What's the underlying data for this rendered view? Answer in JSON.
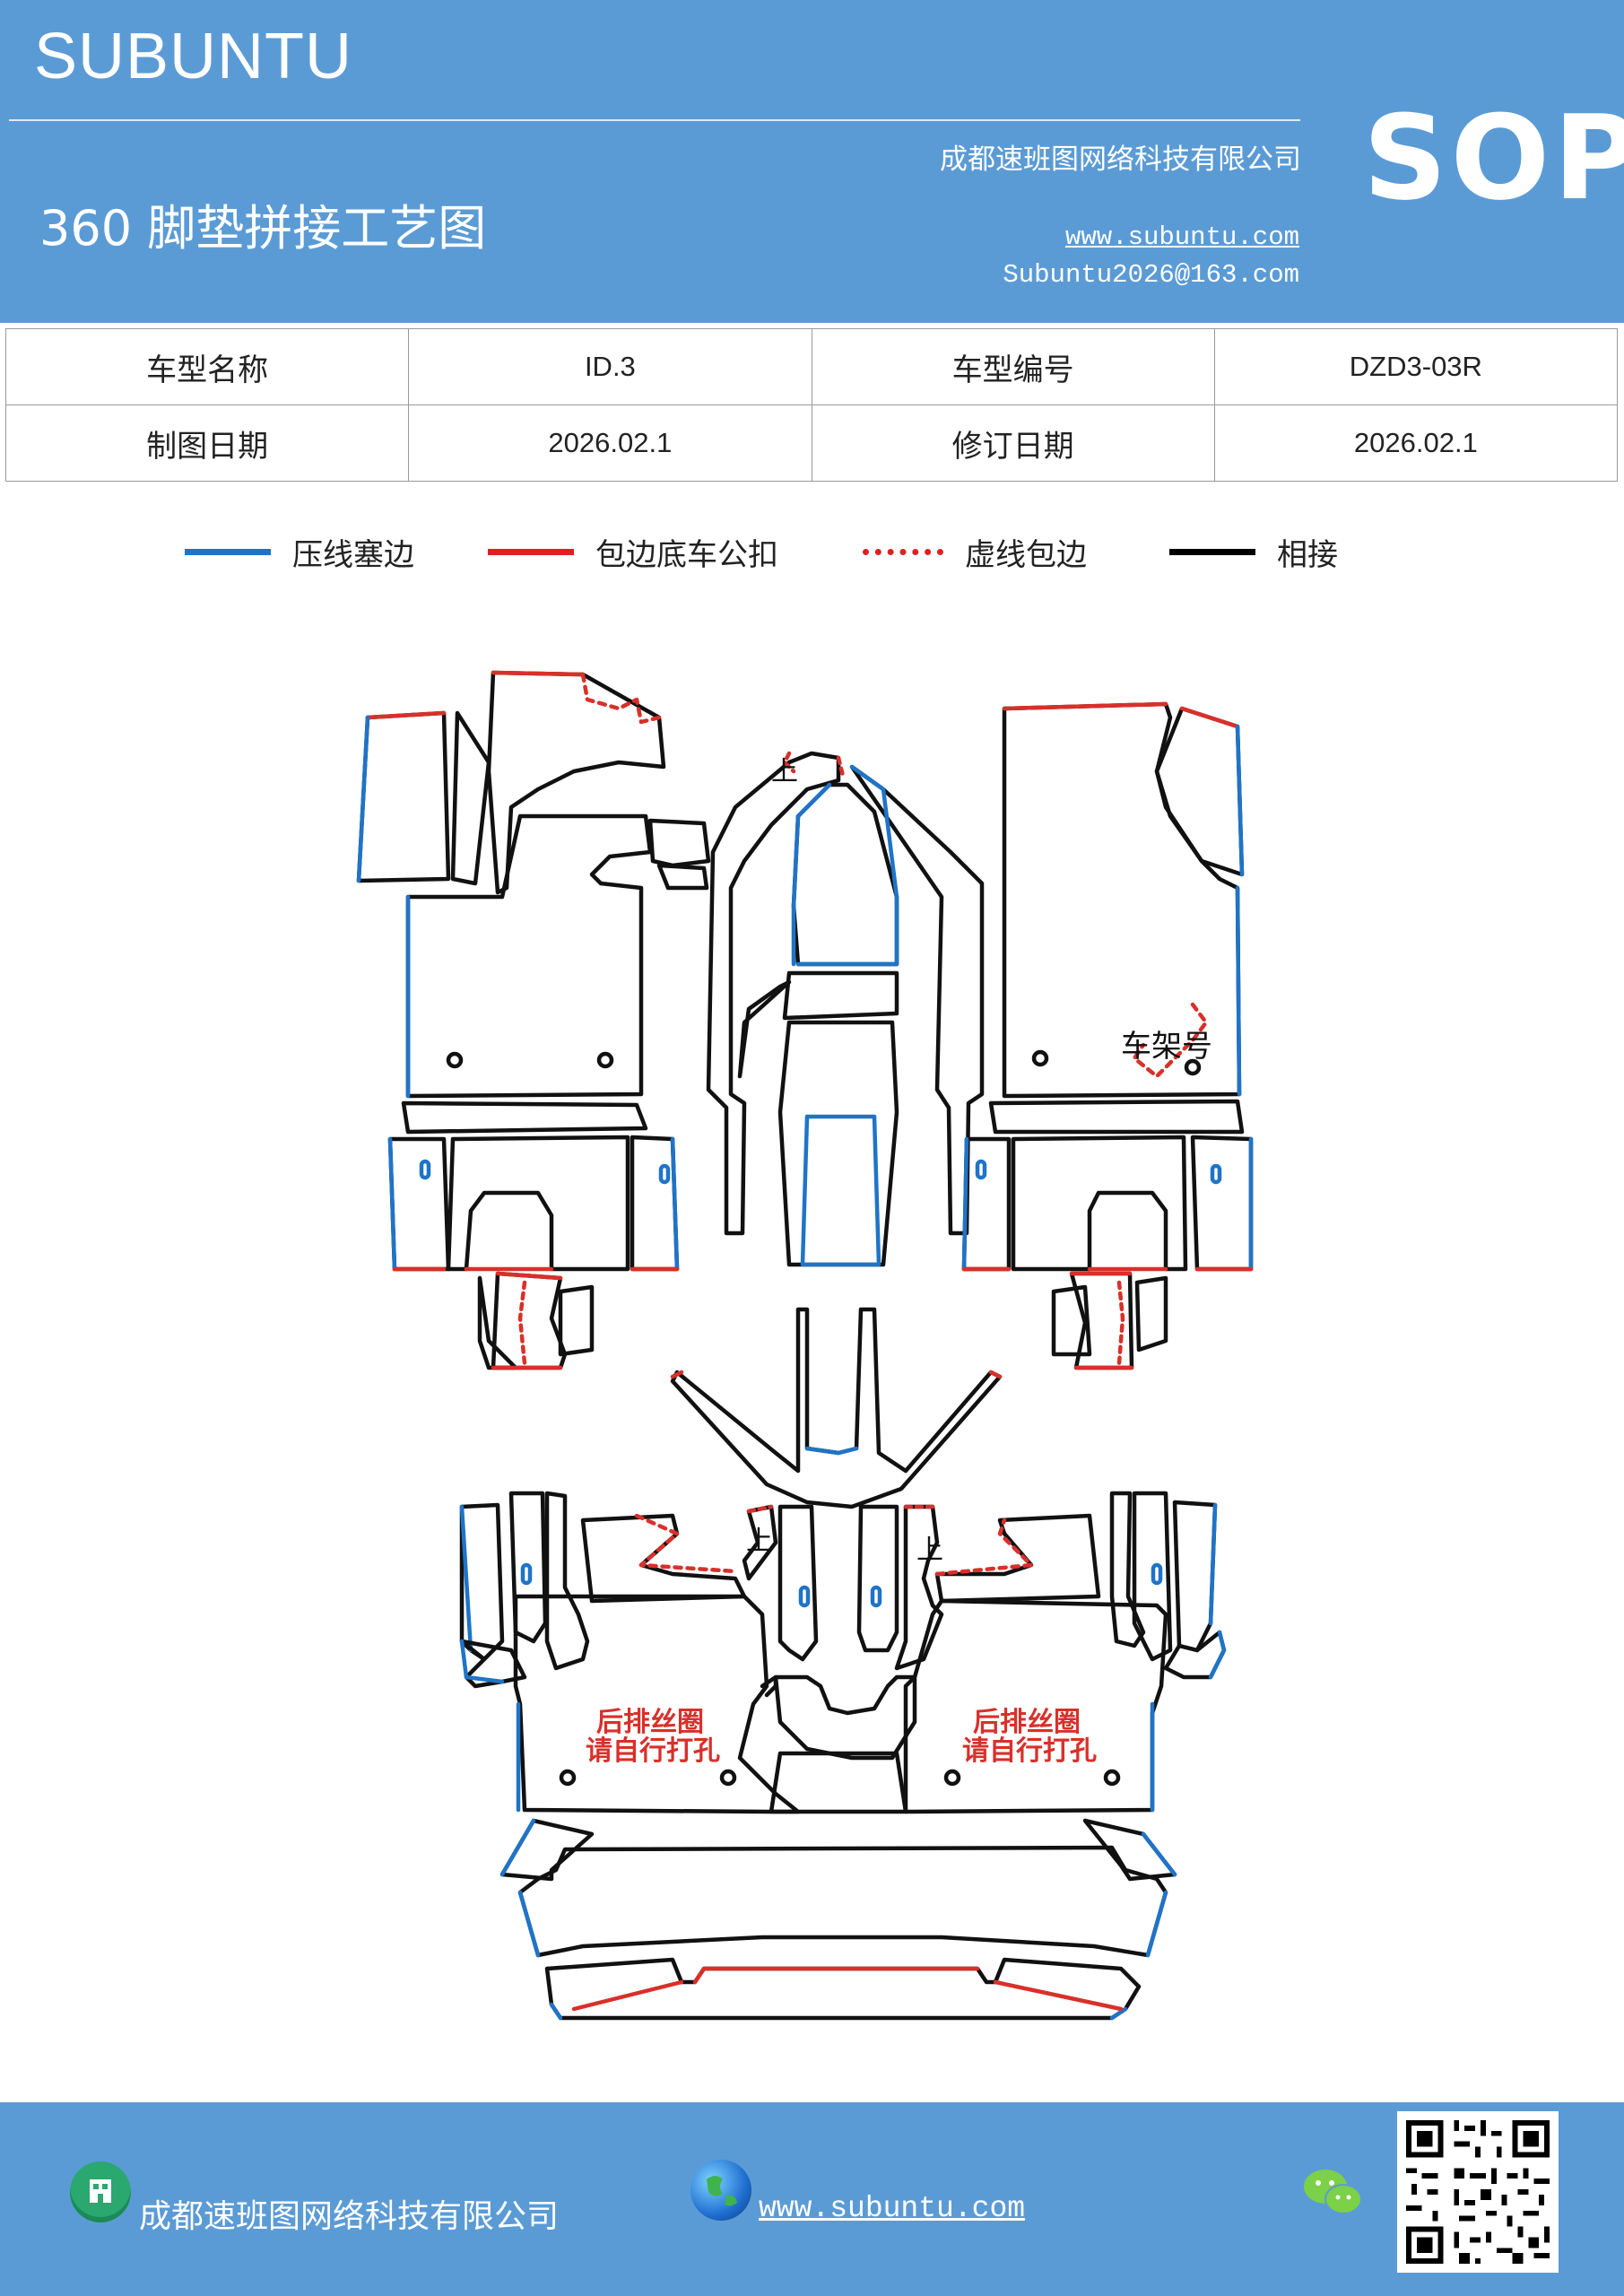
{
  "header": {
    "brand": "SUBUNTU",
    "badge": "SOP",
    "company": "成都速班图网络科技有限公司",
    "title": "360 脚垫拼接工艺图",
    "website": "www.subuntu.com",
    "email": "Subuntu2026@163.com"
  },
  "info_table": {
    "row1": [
      "车型名称",
      "ID.3",
      "车型编号",
      "DZD3-03R"
    ],
    "row2": [
      "制图日期",
      "2026.02.1",
      "修订日期",
      "2026.02.1"
    ]
  },
  "legend": [
    {
      "label": "压线塞边",
      "color": "#1f74c8",
      "style": "solid"
    },
    {
      "label": "包边底车公扣",
      "color": "#e02020",
      "style": "solid"
    },
    {
      "label": "虚线包边",
      "color": "#e02020",
      "style": "dotted"
    },
    {
      "label": "相接",
      "color": "#000000",
      "style": "solid"
    }
  ],
  "diagram": {
    "label_up_1": "上",
    "label_up_2": "上",
    "label_up_3": "上",
    "label_frame": "车架号",
    "note_left_1": "后排丝圈",
    "note_left_2": "请自行打孔",
    "note_right_1": "后排丝圈",
    "note_right_2": "请自行打孔",
    "colors": {
      "blue": "#1f74c8",
      "red": "#d9302a",
      "black": "#111111"
    }
  },
  "footer": {
    "company": "成都速班图网络科技有限公司",
    "website": "www.subuntu.com",
    "icons": [
      "company-icon",
      "globe-icon",
      "wechat-icon",
      "qr-code"
    ]
  }
}
